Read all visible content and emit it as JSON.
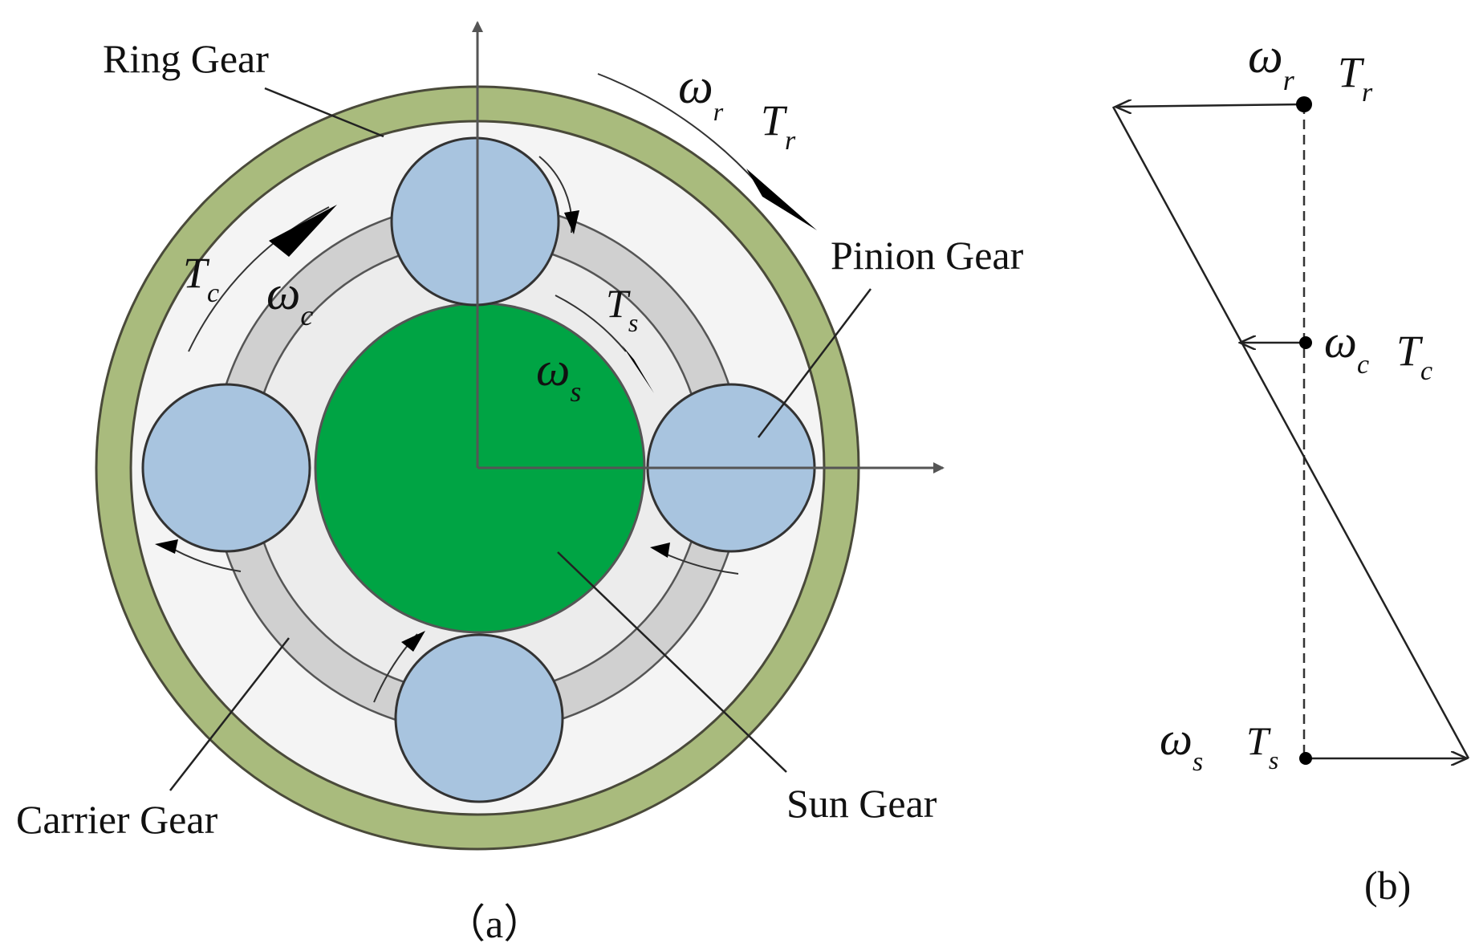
{
  "panel_a": {
    "caption": "（a）",
    "labels": {
      "ring_gear": "Ring Gear",
      "pinion_gear": "Pinion Gear",
      "carrier_gear": "Carrier Gear",
      "sun_gear": "Sun Gear"
    },
    "symbols": {
      "omega": "ω",
      "torque": "T",
      "ring_sub": "r",
      "carrier_sub": "c",
      "sun_sub": "s"
    },
    "colors": {
      "ring": "#a9bb7d",
      "ring_stroke": "#4a4a3a",
      "sun": "#00a444",
      "pinion": "#a8c4df",
      "carrier_band": "#d0d0d0",
      "inner_fill": "#f2f2f2"
    }
  },
  "panel_b": {
    "caption": "(b)",
    "nodes": [
      {
        "omega_sub": "r",
        "torque_sub": "r"
      },
      {
        "omega_sub": "c",
        "torque_sub": "c"
      },
      {
        "omega_sub": "s",
        "torque_sub": "s"
      }
    ]
  }
}
